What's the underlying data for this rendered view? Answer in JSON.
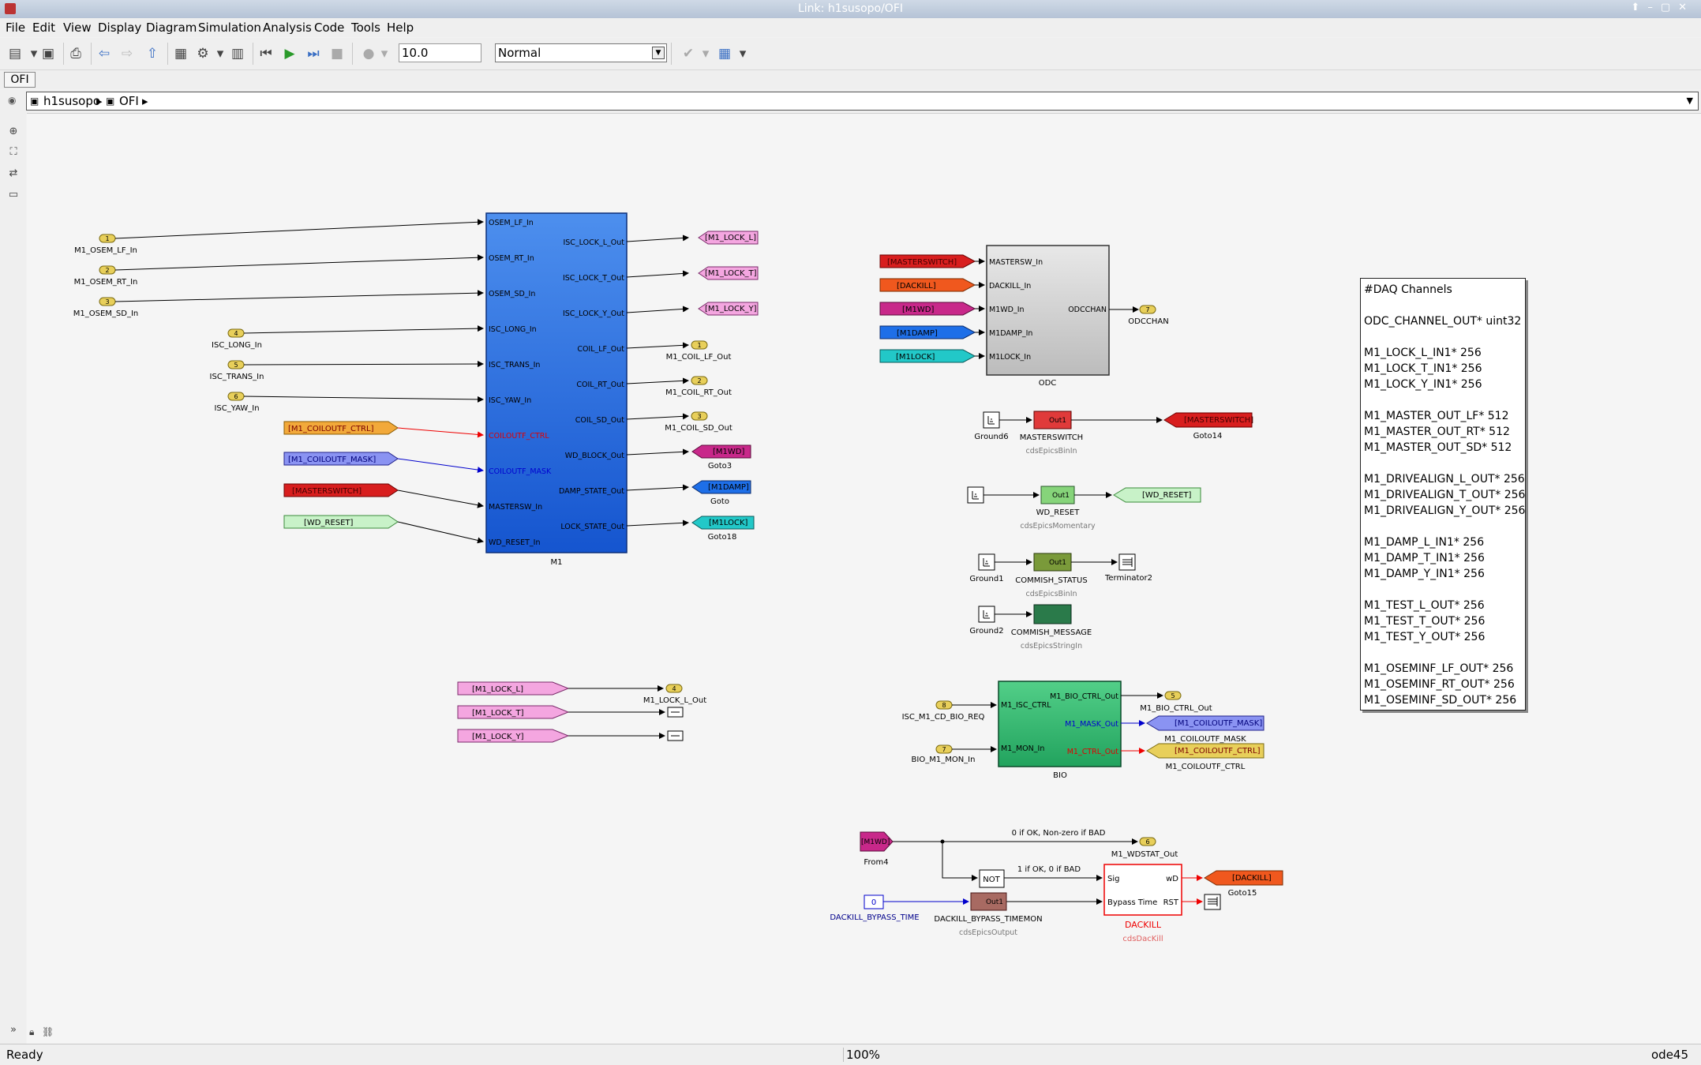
{
  "window": {
    "title": "Link: h1susopo/OFI"
  },
  "menu": [
    "File",
    "Edit",
    "View",
    "Display",
    "Diagram",
    "Simulation",
    "Analysis",
    "Code",
    "Tools",
    "Help"
  ],
  "toolbar": {
    "stop_time": "10.0",
    "sim_mode": "Normal"
  },
  "tab": "OFI",
  "breadcrumb": [
    "h1susopo",
    "OFI"
  ],
  "status": {
    "left": "Ready",
    "zoom": "100%",
    "solver": "ode45"
  },
  "diagram": {
    "m1": {
      "name": "M1",
      "inputs": [
        "OSEM_LF_In",
        "OSEM_RT_In",
        "OSEM_SD_In",
        "ISC_LONG_In",
        "ISC_TRANS_In",
        "ISC_YAW_In",
        "COILOUTF_CTRL",
        "COILOUTF_MASK",
        "MASTERSW_In",
        "WD_RESET_In"
      ],
      "outputs": [
        "ISC_LOCK_L_Out",
        "ISC_LOCK_T_Out",
        "ISC_LOCK_Y_Out",
        "COIL_LF_Out",
        "COIL_RT_Out",
        "COIL_SD_Out",
        "WD_BLOCK_Out",
        "DAMP_STATE_Out",
        "LOCK_STATE_Out"
      ]
    },
    "inports": [
      {
        "num": "1",
        "label": "M1_OSEM_LF_In"
      },
      {
        "num": "2",
        "label": "M1_OSEM_RT_In"
      },
      {
        "num": "3",
        "label": "M1_OSEM_SD_In"
      },
      {
        "num": "4",
        "label": "ISC_LONG_In"
      },
      {
        "num": "5",
        "label": "ISC_TRANS_In"
      },
      {
        "num": "6",
        "label": "ISC_YAW_In"
      }
    ],
    "m1_froms": [
      "[M1_COILOUTF_CTRL]",
      "[M1_COILOUTF_MASK]",
      "[MASTERSWITCH]",
      "[WD_RESET]"
    ],
    "m1_outs": [
      {
        "tag": "[M1_LOCK_L]",
        "label": ""
      },
      {
        "tag": "[M1_LOCK_T]",
        "label": ""
      },
      {
        "tag": "[M1_LOCK_Y]",
        "label": ""
      },
      {
        "tag": "1",
        "label": "M1_COIL_LF_Out"
      },
      {
        "tag": "2",
        "label": "M1_COIL_RT_Out"
      },
      {
        "tag": "3",
        "label": "M1_COIL_SD_Out"
      },
      {
        "tag": "[M1WD]",
        "label": "Goto3"
      },
      {
        "tag": "[M1DAMP]",
        "label": "Goto"
      },
      {
        "tag": "[M1LOCK]",
        "label": "Goto18"
      }
    ],
    "lock_froms": [
      "[M1_LOCK_L]",
      "[M1_LOCK_T]",
      "[M1_LOCK_Y]"
    ],
    "lock_out": {
      "num": "4",
      "label": "M1_LOCK_L_Out"
    },
    "odc": {
      "name": "ODC",
      "inputs": [
        "MASTERSW_In",
        "DACKILL_In",
        "M1WD_In",
        "M1DAMP_In",
        "M1LOCK_In"
      ],
      "output": "ODCCHAN",
      "froms": [
        "[MASTERSWITCH]",
        "[DACKILL]",
        "[M1WD]",
        "[M1DAMP]",
        "[M1LOCK]"
      ],
      "out_num": "7",
      "out_label": "ODCCHAN"
    },
    "masterswitch": {
      "ground": "Ground6",
      "block": "MASTERSWITCH",
      "lib": "cdsEpicsBinIn",
      "out": "Out1",
      "goto": "[MASTERSWITCH]",
      "goto_label": "Goto14"
    },
    "wdreset": {
      "block": "WD_RESET",
      "lib": "cdsEpicsMomentary",
      "out": "Out1",
      "goto": "[WD_RESET]"
    },
    "commish": {
      "ground": "Ground1",
      "block": "COMMISH_STATUS",
      "lib": "cdsEpicsBinIn",
      "out": "Out1",
      "term": "Terminator2"
    },
    "message": {
      "ground": "Ground2",
      "block": "COMMISH_MESSAGE",
      "lib": "cdsEpicsStringIn"
    },
    "bio": {
      "name": "BIO",
      "inputs": [
        "M1_ISC_CTRL",
        "M1_MON_In"
      ],
      "outputs": [
        "M1_BIO_CTRL_Out",
        "M1_MASK_Out",
        "M1_CTRL_Out"
      ],
      "in1": {
        "num": "8",
        "label": "ISC_M1_CD_BIO_REQ"
      },
      "in2": {
        "num": "7",
        "label": "BIO_M1_MON_In"
      },
      "out1": {
        "num": "5",
        "label": "M1_BIO_CTRL_Out"
      },
      "goto2": {
        "tag": "[M1_COILOUTF_MASK]",
        "label": "M1_COILOUTF_MASK"
      },
      "goto3": {
        "tag": "[M1_COILOUTF_CTRL]",
        "label": "M1_COILOUTF_CTRL"
      }
    },
    "dackill": {
      "from": "[M1WD]",
      "from_label": "From4",
      "wd_note": "0 if OK, Non-zero if BAD",
      "wd_out": {
        "num": "6",
        "label": "M1_WDSTAT_Out"
      },
      "not": "NOT",
      "not_note": "1 if OK, 0 if BAD",
      "const": "0",
      "const_label": "DACKILL_BYPASS_TIME",
      "timemon": "DACKILL_BYPASS_TIMEMON",
      "timemon_lib": "cdsEpicsOutput",
      "timemon_out": "Out1",
      "block": "DACKILL",
      "lib": "cdsDacKill",
      "ports_in": [
        "Sig",
        "Bypass Time"
      ],
      "ports_out": [
        "wD",
        "RST"
      ],
      "goto": "[DACKILL]",
      "goto_label": "Goto15"
    },
    "daq": [
      "#DAQ Channels",
      "",
      "ODC_CHANNEL_OUT* uint32",
      "",
      "M1_LOCK_L_IN1* 256",
      "M1_LOCK_T_IN1* 256",
      "M1_LOCK_Y_IN1* 256",
      "",
      "M1_MASTER_OUT_LF* 512",
      "M1_MASTER_OUT_RT* 512",
      "M1_MASTER_OUT_SD* 512",
      "",
      "M1_DRIVEALIGN_L_OUT* 256",
      "M1_DRIVEALIGN_T_OUT* 256",
      "M1_DRIVEALIGN_Y_OUT* 256",
      "",
      "M1_DAMP_L_IN1* 256",
      "M1_DAMP_T_IN1* 256",
      "M1_DAMP_Y_IN1* 256",
      "",
      "M1_TEST_L_OUT* 256",
      "M1_TEST_T_OUT* 256",
      "M1_TEST_Y_OUT* 256",
      "",
      "M1_OSEMINF_LF_OUT* 256",
      "M1_OSEMINF_RT_OUT* 256",
      "M1_OSEMINF_SD_OUT* 256"
    ]
  }
}
